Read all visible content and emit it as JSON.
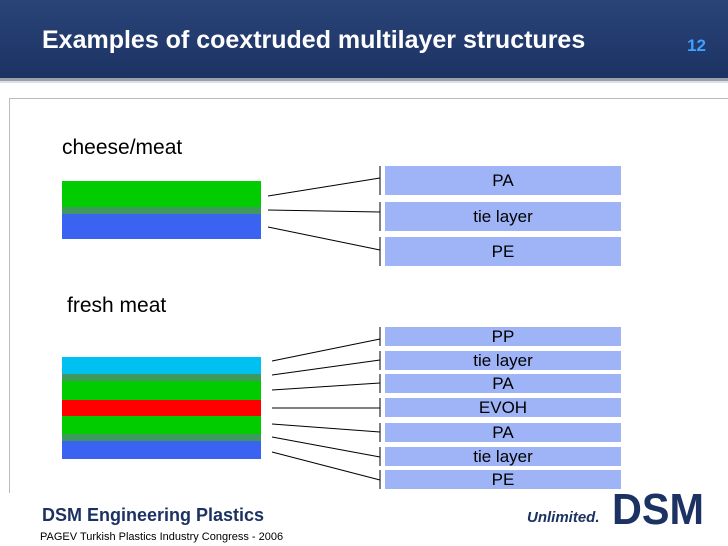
{
  "header": {
    "title": "Examples of coextruded multilayer structures",
    "slide_number": "12"
  },
  "sections": [
    {
      "label": "cheese/meat",
      "stack_colors": [
        "#00cc00",
        "#3e9a5c",
        "#3b63f2"
      ],
      "layers": [
        "PA",
        "tie layer",
        "PE"
      ]
    },
    {
      "label": "fresh meat",
      "stack_colors": [
        "#00c0f2",
        "#3e9a5c",
        "#00cc00",
        "#ff0000",
        "#00cc00",
        "#3e9a5c",
        "#3b63f2"
      ],
      "layers": [
        "PP",
        "tie layer",
        "PA",
        "EVOH",
        "PA",
        "tie layer",
        "PE"
      ]
    }
  ],
  "footer": {
    "company": "DSM Engineering Plastics",
    "event": "PAGEV Turkish Plastics Industry Congress - 2006",
    "tagline": "Unlimited.",
    "logo_text": "DSM"
  },
  "colors": {
    "header": "#1c3263",
    "label_box": "#9fb4f7",
    "accent": "#3fa0ff"
  }
}
